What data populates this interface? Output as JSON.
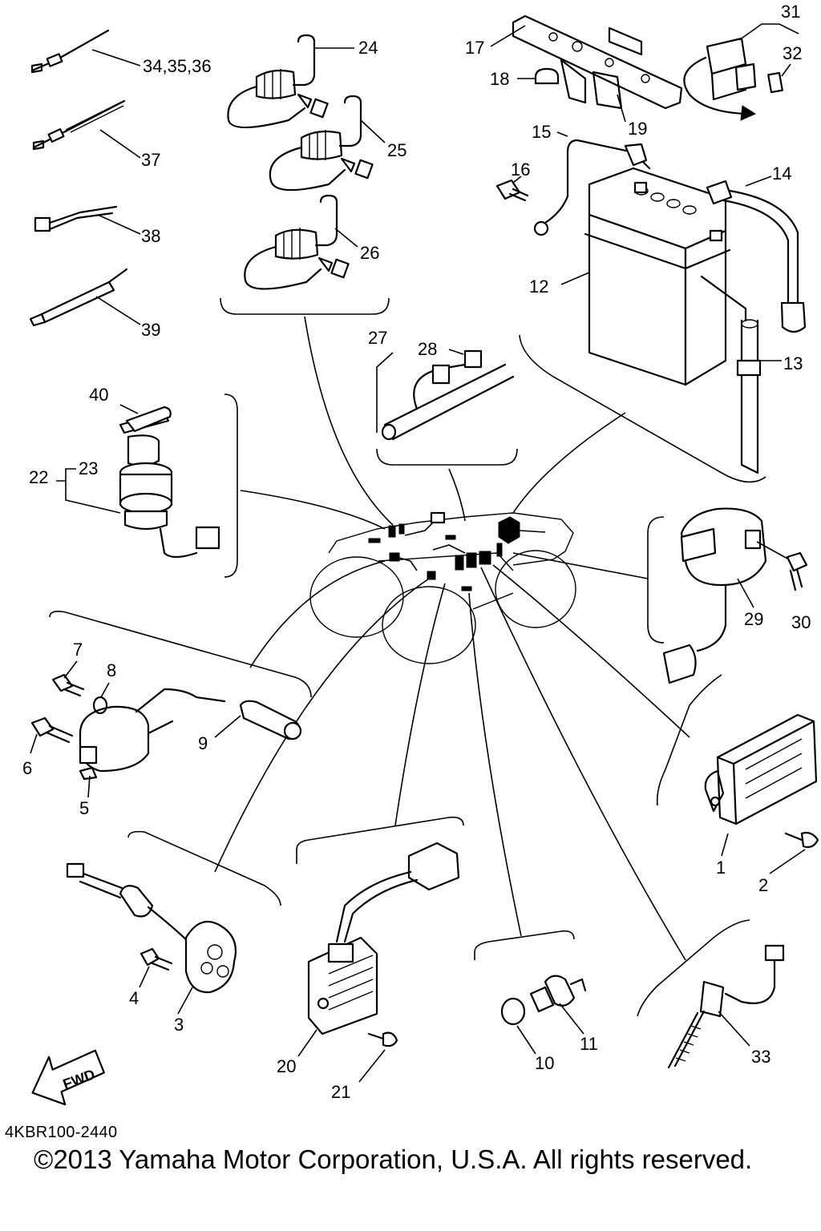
{
  "figure": {
    "code": "4KBR100-2440",
    "copyright": "©2013 Yamaha Motor Corporation, U.S.A. All rights reserved.",
    "fwd_label": "FWD"
  },
  "callouts": {
    "c1": "1",
    "c2": "2",
    "c3": "3",
    "c4": "4",
    "c5": "5",
    "c6": "6",
    "c7": "7",
    "c8": "8",
    "c9": "9",
    "c10": "10",
    "c11": "11",
    "c12": "12",
    "c13": "13",
    "c14": "14",
    "c15": "15",
    "c16": "16",
    "c17": "17",
    "c18": "18",
    "c19": "19",
    "c20": "20",
    "c21": "21",
    "c22": "22",
    "c23": "23",
    "c24": "24",
    "c25": "25",
    "c26": "26",
    "c27": "27",
    "c28": "28",
    "c29": "29",
    "c30": "30",
    "c31": "31",
    "c32": "32",
    "c33": "33",
    "c34": "34,35,36",
    "c37": "37",
    "c38": "38",
    "c39": "39",
    "c40": "40"
  }
}
